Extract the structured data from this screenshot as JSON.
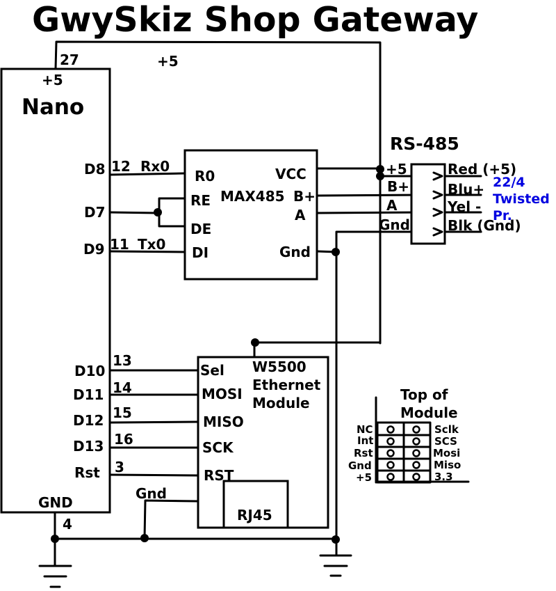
{
  "title": "GwySkiz Shop Gateway",
  "colors": {
    "wire": "#000000",
    "note": "#0000e0"
  },
  "nano": {
    "name": "Nano",
    "pin_top_num": "27",
    "pin_top_label": "+5",
    "pins": [
      "D8",
      "D7",
      "D9",
      "D10",
      "D11",
      "D12",
      "D13",
      "Rst"
    ],
    "gnd_label": "GND",
    "gnd_num": "4"
  },
  "supply_label": "+5",
  "max485": {
    "name": "MAX485",
    "pins_left": [
      "R0",
      "RE",
      "DE",
      "DI"
    ],
    "pin_vcc": "VCC",
    "pin_bplus": "B+",
    "pin_a": "A",
    "pin_gnd": "Gnd"
  },
  "nets_max": {
    "d8_num": "12",
    "d8_sig": "Rx0",
    "d9_num": "11",
    "d9_sig": "Tx0"
  },
  "rs485": {
    "title": "RS-485",
    "inputs": [
      "+5",
      "B+",
      "A",
      "Gnd"
    ],
    "wires": [
      "Red (+5)",
      "Blu+",
      "Yel -",
      "Blk (Gnd)"
    ],
    "cable_note": [
      "22/4",
      "Twisted",
      "Pr."
    ]
  },
  "w5500": {
    "name_lines": [
      "W5500",
      "Ethernet",
      "Module"
    ],
    "pins": [
      "Sel",
      "MOSI",
      "MISO",
      "SCK",
      "RST"
    ],
    "rj45": "RJ45",
    "gnd_label": "Gnd"
  },
  "w5500_nets": [
    "13",
    "14",
    "15",
    "16",
    "3"
  ],
  "module_top": {
    "title_lines": [
      "Top of",
      "Module"
    ],
    "left": [
      "NC",
      "Int",
      "Rst",
      "Gnd",
      "+5"
    ],
    "right": [
      "Sclk",
      "SCS",
      "Mosi",
      "Miso",
      "3.3"
    ]
  }
}
